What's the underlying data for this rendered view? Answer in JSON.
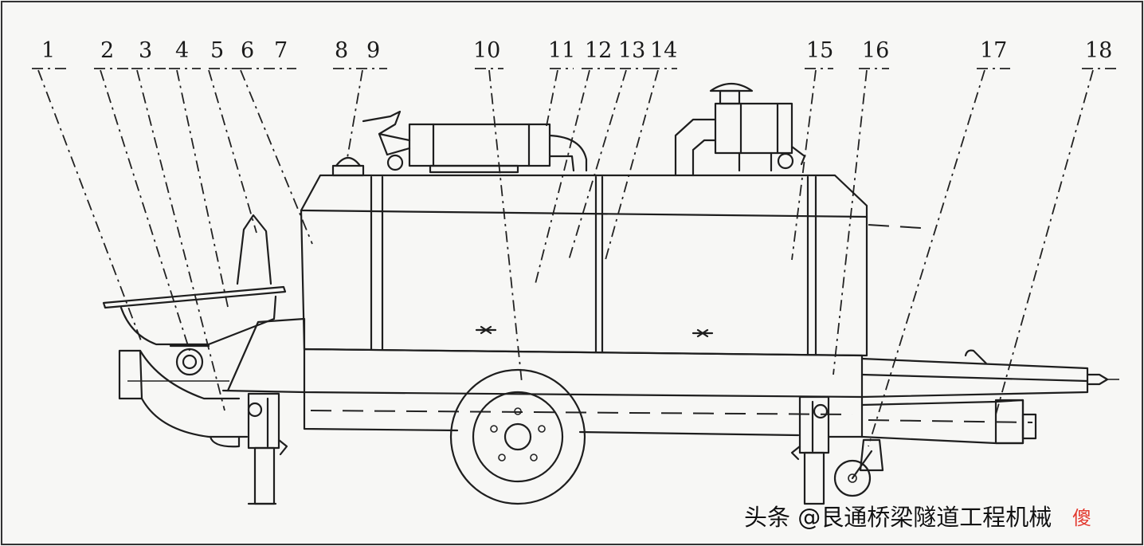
{
  "diagram": {
    "type": "technical-line-drawing",
    "callouts": [
      "1",
      "2",
      "3",
      "4",
      "5",
      "6",
      "7",
      "8",
      "9",
      "10",
      "11",
      "12",
      "13",
      "14",
      "15",
      "16",
      "17",
      "18"
    ],
    "stroke_color": "#1e1e1e",
    "background_color": "#f7f7f5"
  },
  "watermark": {
    "text": "头条 @艮通桥梁隧道工程机械",
    "overlay_glyph": "傻",
    "overlay_color": "#e23a2f"
  }
}
